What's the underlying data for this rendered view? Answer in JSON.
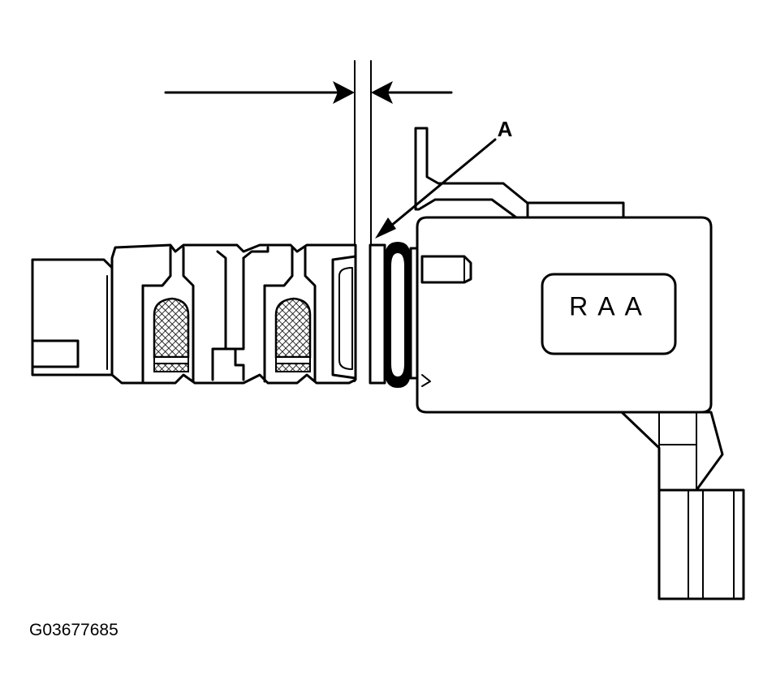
{
  "diagram": {
    "callout_label": "A",
    "housing_marking": "RAA",
    "figure_id": "G03677685"
  },
  "colors": {
    "ink": "#000000",
    "paper": "#ffffff"
  }
}
